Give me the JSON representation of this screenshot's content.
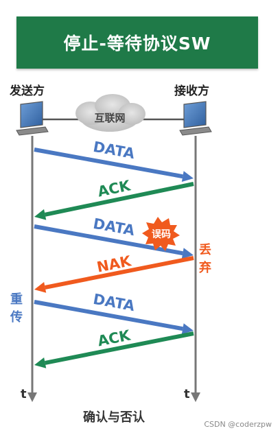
{
  "title": "停止-等待协议SW",
  "nodes": {
    "sender": "发送方",
    "receiver": "接收方",
    "cloud": "互联网"
  },
  "time_label": "t",
  "messages": [
    {
      "label": "DATA",
      "direction": "to-receiver",
      "color": "#4a78c2"
    },
    {
      "label": "ACK",
      "direction": "to-sender",
      "color": "#1f8a55"
    },
    {
      "label": "DATA",
      "direction": "to-receiver",
      "color": "#4a78c2"
    },
    {
      "label": "NAK",
      "direction": "to-sender",
      "color": "#f05a1e"
    },
    {
      "label": "DATA",
      "direction": "to-receiver",
      "color": "#4a78c2"
    },
    {
      "label": "ACK",
      "direction": "to-sender",
      "color": "#1f8a55"
    }
  ],
  "annotations": {
    "error_badge": "误码",
    "discard": "丢弃",
    "retransmit": "重传"
  },
  "caption": "确认与否认",
  "watermark": "CSDN @coderzpw",
  "colors": {
    "title_bg": "#1f7a48",
    "data": "#4a78c2",
    "ack": "#1f8a55",
    "nak": "#f05a1e",
    "timeline": "#777777"
  }
}
